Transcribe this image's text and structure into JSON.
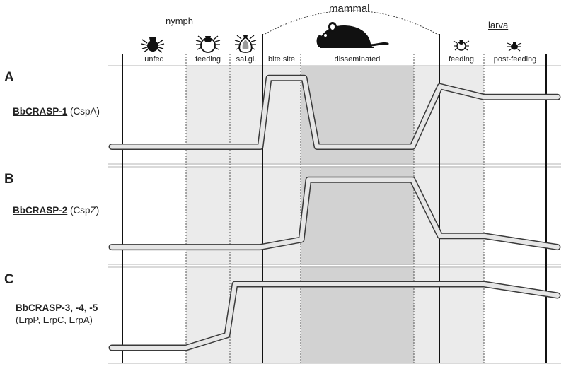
{
  "stages": {
    "nymph": "nymph",
    "mammal": "mammal",
    "larva": "larva"
  },
  "phases": {
    "unfed": "unfed",
    "feeding_nymph": "feeding",
    "sal_gl": "sal.gl.",
    "bite_site": "bite site",
    "disseminated": "disseminated",
    "feeding_larva": "feeding",
    "post_feeding": "post-feeding"
  },
  "icons": {
    "unfed_tick": "unfed-tick-icon",
    "feeding_tick": "engorged-tick-icon",
    "salivary_tick": "salivary-gland-tick-icon",
    "mouse": "mouse-icon",
    "larva_feeding_tick": "larva-feeding-tick-icon",
    "larva_post_tick": "larva-post-feeding-tick-icon"
  },
  "colors": {
    "band_light": "#ebebeb",
    "band_dark": "#d2d2d2",
    "trace_fill": "#e6e6e6",
    "trace_outline": "#3a3a3a",
    "ink": "#222222"
  },
  "panels": [
    {
      "letter": "A",
      "protein": "BbCRASP-1",
      "alias": "(CspA)",
      "subtitle": "",
      "levels": [
        [
          "start",
          0.06
        ],
        [
          "bite_start",
          0.06
        ],
        [
          "bite_peak1",
          0.96
        ],
        [
          "bite_peak2",
          0.96
        ],
        [
          "dissem_start",
          0.06
        ],
        [
          "dissem_end",
          0.06
        ],
        [
          "larva_start",
          0.85
        ],
        [
          "larva_mid",
          0.71
        ],
        [
          "end",
          0.71
        ]
      ]
    },
    {
      "letter": "B",
      "protein": "BbCRASP-2",
      "alias": "(CspZ)",
      "subtitle": "",
      "levels": [
        [
          "start",
          0.06
        ],
        [
          "bite_start",
          0.06
        ],
        [
          "dissem_start",
          0.16
        ],
        [
          "dissem_plateau",
          0.96
        ],
        [
          "dissem_end",
          0.96
        ],
        [
          "larva_start",
          0.21
        ],
        [
          "larva_mid",
          0.21
        ],
        [
          "end",
          0.06
        ]
      ]
    },
    {
      "letter": "C",
      "protein": "BbCRASP-3, -4, -5",
      "alias": "",
      "subtitle": "(ErpP, ErpC, ErpA)",
      "levels": [
        [
          "start",
          0.06
        ],
        [
          "feeding_start",
          0.06
        ],
        [
          "feeding_end",
          0.24
        ],
        [
          "salgl_end",
          0.96
        ],
        [
          "larva_mid",
          0.96
        ],
        [
          "end",
          0.8
        ]
      ]
    }
  ]
}
